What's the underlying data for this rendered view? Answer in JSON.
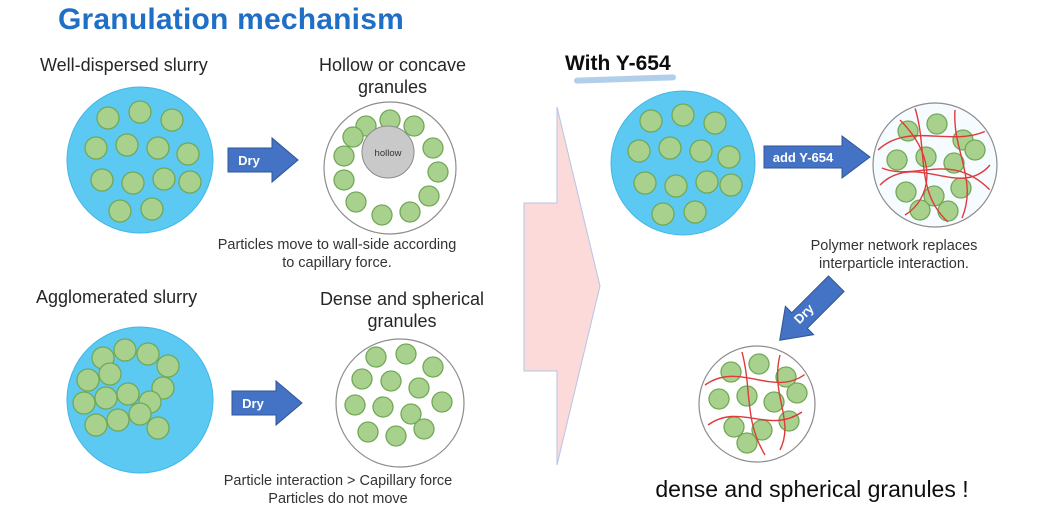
{
  "title": "Granulation mechanism",
  "colors": {
    "title_blue": "#1E6FC5",
    "slurry_blue": "#5CC9F2",
    "particle_green": "#A9D18E",
    "particle_green_border": "#71A857",
    "arrow_blue": "#4472C4",
    "big_arrow_pink": "#FBDAD9",
    "network_red": "#DF3A3C",
    "hollow_gray": "#C9C9C9",
    "highlight_blue": "#9DC3E6"
  },
  "left_top": {
    "slurry_label": "Well-dispersed slurry",
    "arrow_label": "Dry",
    "result_line1": "Hollow or concave",
    "result_line2": "granules",
    "hollow_label": "hollow",
    "caption_line1": "Particles move to wall-side according",
    "caption_line2": "to capillary force."
  },
  "left_bottom": {
    "slurry_label": "Agglomerated slurry",
    "arrow_label": "Dry",
    "result_line1": "Dense and spherical",
    "result_line2": "granules",
    "caption_line1": "Particle interaction > Capillary force",
    "caption_line2": "Particles do not move"
  },
  "right": {
    "heading": "With Y-654",
    "arrow_label": "add Y-654",
    "caption_line1": "Polymer network replaces",
    "caption_line2": "interparticle interaction.",
    "dry_label": "Dry",
    "conclusion": "dense and spherical granules !"
  }
}
